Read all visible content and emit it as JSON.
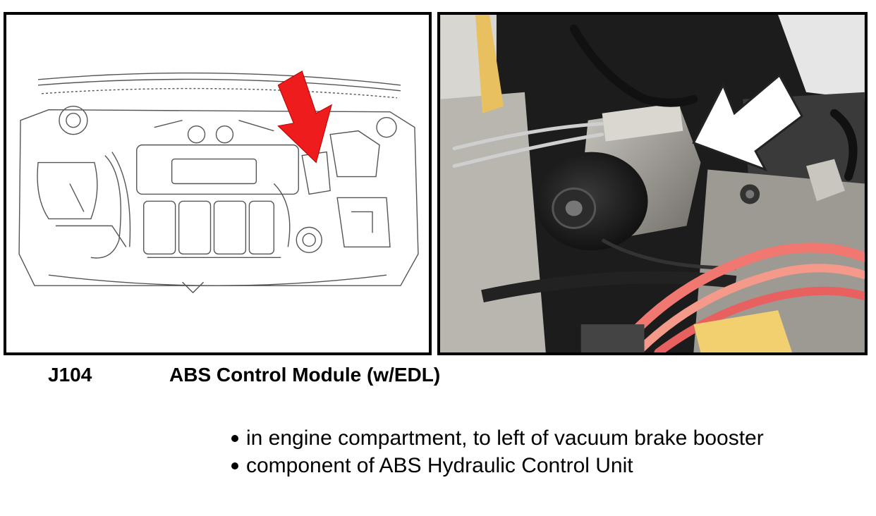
{
  "component": {
    "code": "J104",
    "title": "ABS Control Module (w/EDL)"
  },
  "location_notes": [
    "in engine compartment, to left of vacuum brake booster",
    "component of ABS Hydraulic Control Unit"
  ],
  "figures": {
    "diagram_arrow_color": "#ee1c1c",
    "photo_arrow_color": "#ffffff"
  }
}
